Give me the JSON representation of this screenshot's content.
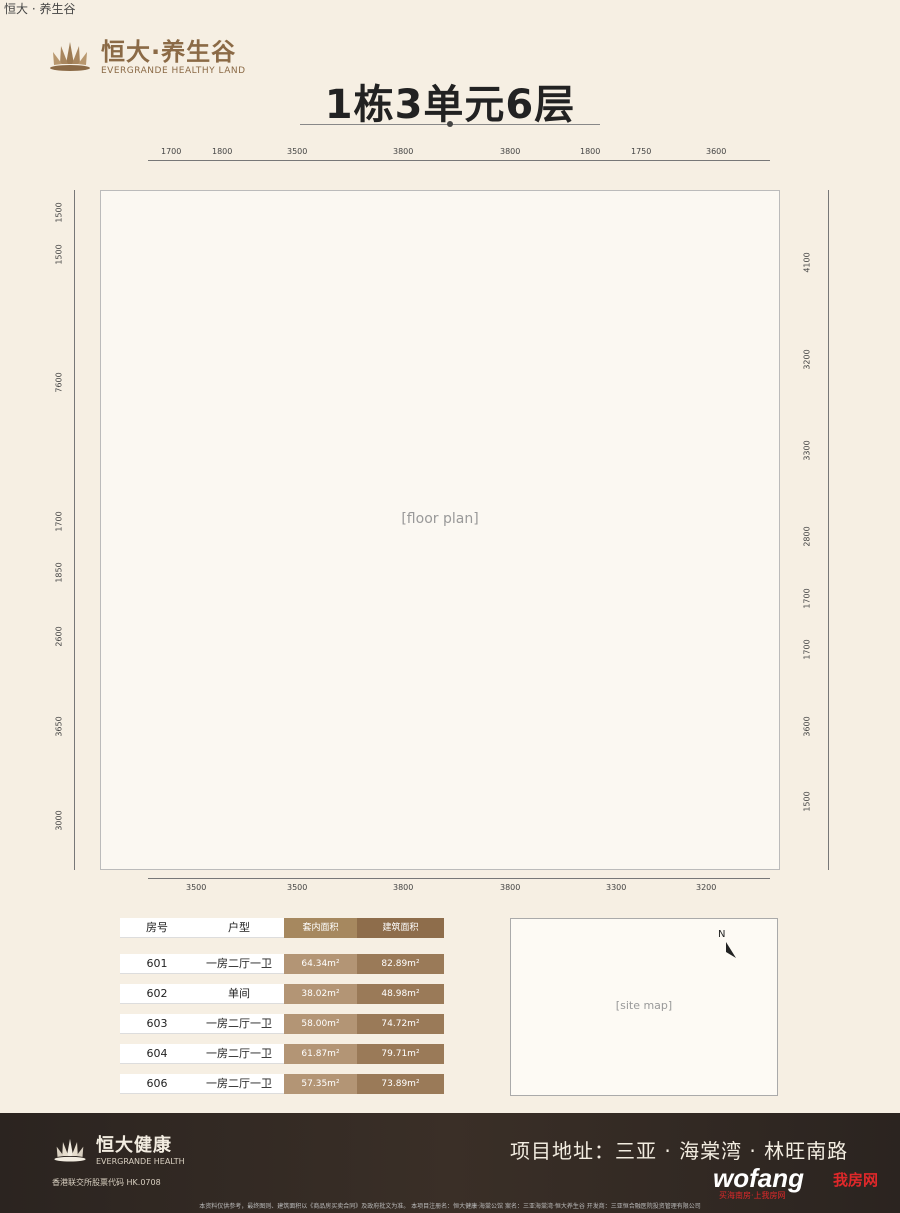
{
  "top_tag": "恒大 · 养生谷",
  "brand": {
    "cn": "恒大·养生谷",
    "en": "EVERGRANDE HEALTHY LAND"
  },
  "title": "1栋3单元6层",
  "dims_top": [
    "1700",
    "1800",
    "3500",
    "3800",
    "3800",
    "1800",
    "1750",
    "3600"
  ],
  "dims_bottom": [
    "3500",
    "3500",
    "3800",
    "3800",
    "3300",
    "3200"
  ],
  "dims_left": [
    "1500",
    "1500",
    "7600",
    "1700",
    "1850",
    "2600",
    "3650",
    "3000"
  ],
  "dims_right": [
    "4100",
    "3200",
    "3300",
    "2800",
    "1700",
    "1700",
    "3600",
    "1500"
  ],
  "plan_placeholder": "[floor plan]",
  "table": {
    "headers": [
      "房号",
      "户型",
      "套内面积",
      "建筑面积"
    ],
    "rows": [
      {
        "room": "601",
        "type": "一房二厅一卫",
        "inner": "64.34m²",
        "gross": "82.89m²"
      },
      {
        "room": "602",
        "type": "单间",
        "inner": "38.02m²",
        "gross": "48.98m²"
      },
      {
        "room": "603",
        "type": "一房二厅一卫",
        "inner": "58.00m²",
        "gross": "74.72m²"
      },
      {
        "room": "604",
        "type": "一房二厅一卫",
        "inner": "61.87m²",
        "gross": "79.71m²"
      },
      {
        "room": "606",
        "type": "一房二厅一卫",
        "inner": "57.35m²",
        "gross": "73.89m²"
      }
    ]
  },
  "site_map": {
    "north": "N",
    "placeholder": "[site map]"
  },
  "footer": {
    "cn": "恒大健康",
    "en": "EVERGRANDE HEALTH",
    "stock": "香港联交所股票代码 HK.0708",
    "address": "项目地址：三亚 · 海棠湾 · 林旺南路",
    "fine": "本资料仅供参考，最终图则、建筑面积以《商品房买卖合同》及政府批文为准。   本项目注册名：恒大健康·海棠公馆   案名：三亚海棠湾·恒大养生谷   开发商：三亚恒合融医院投资管理有限公司",
    "watermark": "wofang",
    "watermark2": "我房网",
    "watermark3": "买海南房·上我房网"
  },
  "colors": {
    "bg": "#f6efe3",
    "accent": "#8b6a46",
    "footer": "#2b2420"
  }
}
